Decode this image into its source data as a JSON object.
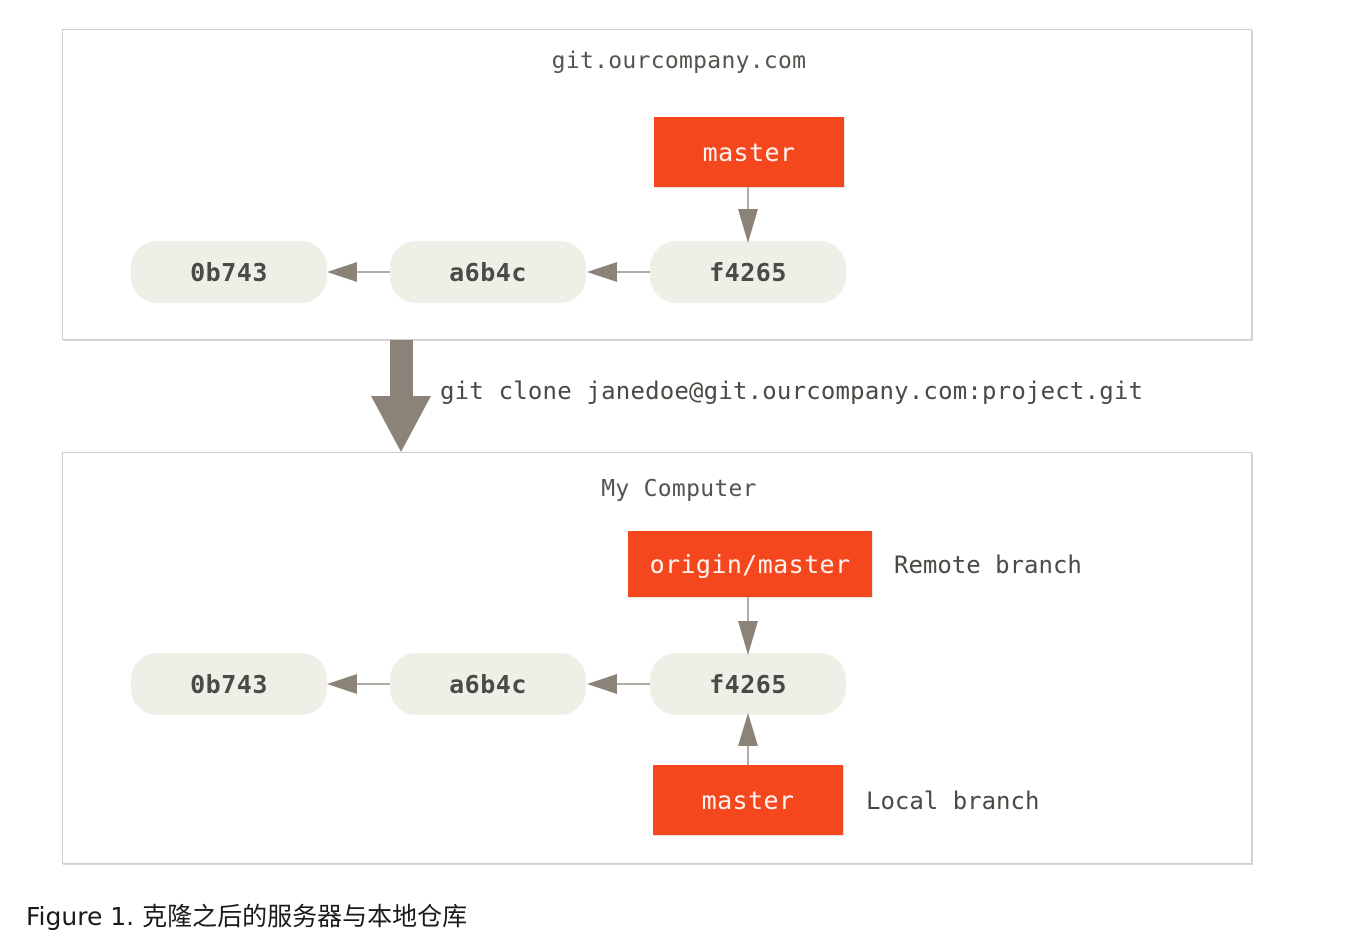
{
  "figure": {
    "caption": "Figure 1. 克隆之后的服务器与本地仓库",
    "colors": {
      "branch_red": "#F4471E",
      "commit_fill": "#EFEEE7",
      "commit_text": "#4B4A44",
      "arrow_gray": "#8B8278",
      "box_border": "#CDCDCD",
      "title_text": "#56544F"
    }
  },
  "server_repo": {
    "title": "git.ourcompany.com",
    "commits": [
      {
        "id": "0b743"
      },
      {
        "id": "a6b4c"
      },
      {
        "id": "f4265"
      }
    ],
    "branch": {
      "label": "master"
    }
  },
  "clone_command": "git clone janedoe@git.ourcompany.com:project.git",
  "local_repo": {
    "title": "My Computer",
    "commits": [
      {
        "id": "0b743"
      },
      {
        "id": "a6b4c"
      },
      {
        "id": "f4265"
      }
    ],
    "remote_branch": {
      "label": "origin/master",
      "annotation": "Remote branch"
    },
    "local_branch": {
      "label": "master",
      "annotation": "Local branch"
    }
  }
}
